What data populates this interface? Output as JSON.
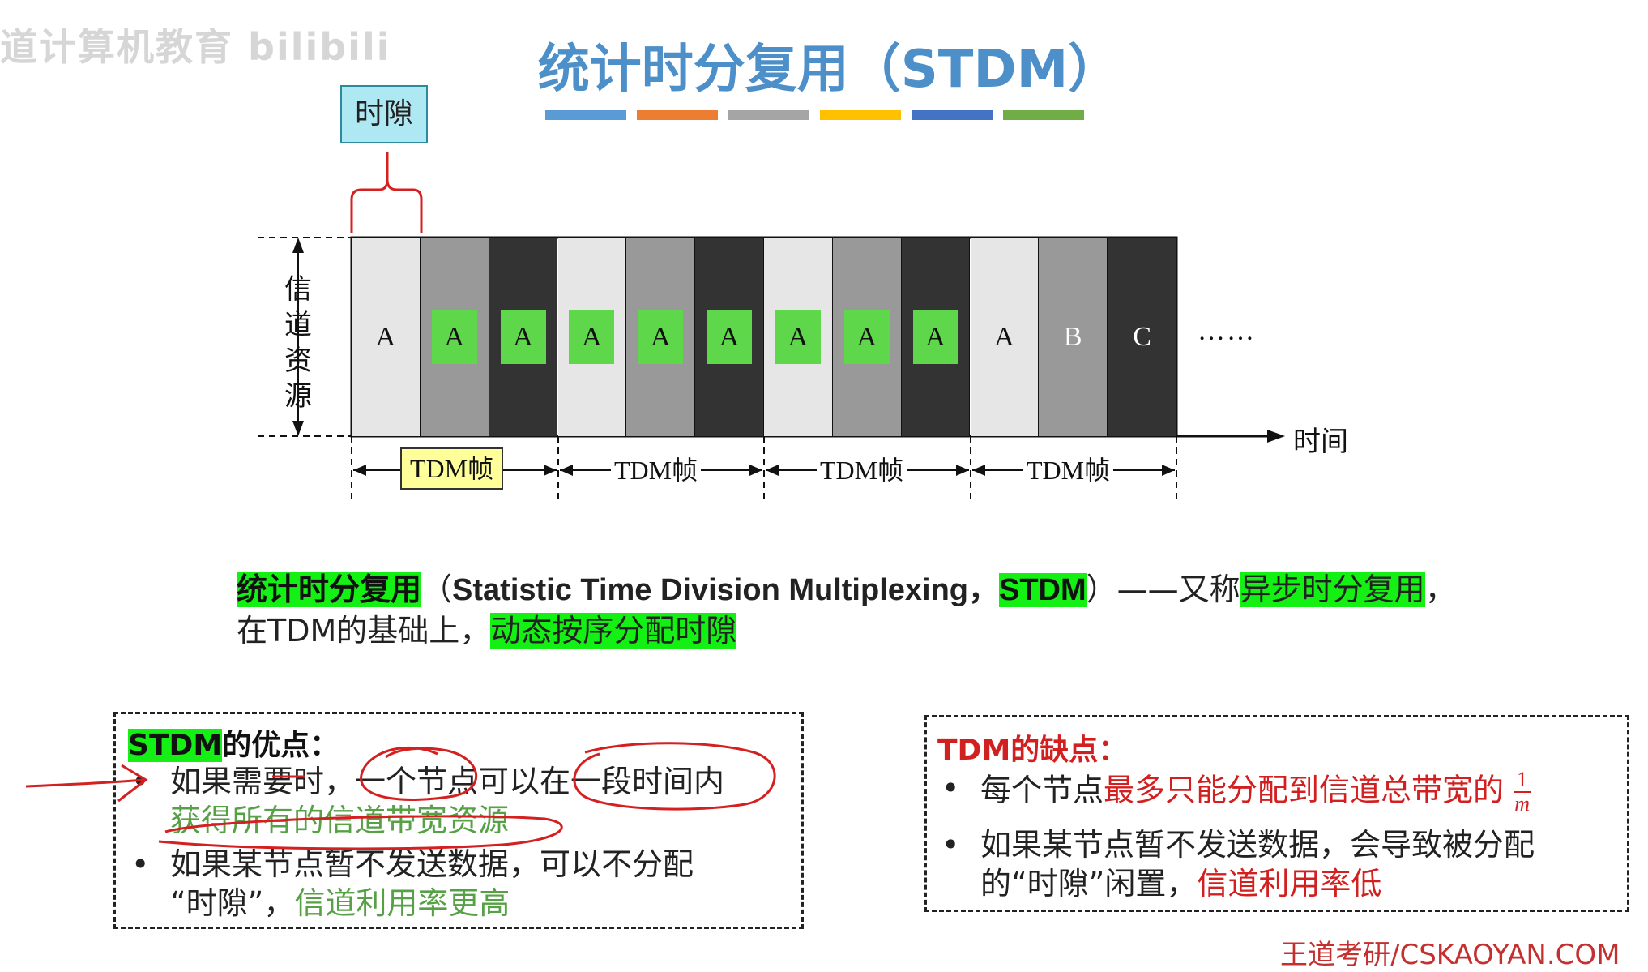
{
  "watermark": "道计算机教育 bilibili",
  "title": "统计时分复用（STDM）",
  "colors": {
    "bars": [
      "#5b9bd5",
      "#ed7d31",
      "#a5a5a5",
      "#ffc000",
      "#4472c4",
      "#70ad47"
    ],
    "highlight": "#14f014",
    "advantage_text": "#56a046",
    "disadvantage_text": "#d22020",
    "slot_light": "#e6e6e6",
    "slot_mid": "#999999",
    "slot_dark": "#333333"
  },
  "diagram": {
    "slot_label": "时隙",
    "axis_label": "信道资源",
    "time_label": "时间",
    "ellipsis": "……",
    "slots": [
      {
        "label": "A",
        "shade": "light",
        "tagged": false
      },
      {
        "label": "A",
        "shade": "mid",
        "tagged": true
      },
      {
        "label": "A",
        "shade": "dark",
        "tagged": true
      },
      {
        "label": "A",
        "shade": "light",
        "tagged": true
      },
      {
        "label": "A",
        "shade": "mid",
        "tagged": true
      },
      {
        "label": "A",
        "shade": "dark",
        "tagged": true
      },
      {
        "label": "A",
        "shade": "light",
        "tagged": true
      },
      {
        "label": "A",
        "shade": "mid",
        "tagged": true
      },
      {
        "label": "A",
        "shade": "dark",
        "tagged": true
      },
      {
        "label": "A",
        "shade": "light",
        "tagged": false
      },
      {
        "label": "B",
        "shade": "mid",
        "tagged": false
      },
      {
        "label": "C",
        "shade": "dark",
        "tagged": false
      }
    ],
    "frames": [
      "TDM帧",
      "TDM帧",
      "TDM帧",
      "TDM帧"
    ]
  },
  "description": {
    "term": "统计时分复用",
    "paren_open": "（",
    "english": "Statistic Time Division Multiplexing，",
    "abbr": "STDM",
    "paren_close": "）——又称",
    "alias": "异步时分复用",
    "comma": "，",
    "line2_prefix": "在TDM的基础上，",
    "line2_highlight": "动态按序分配时隙"
  },
  "advantages": {
    "title_abbr": "STDM",
    "title_rest": "的优点：",
    "bullet_char": "•",
    "item1_text": "如果需要时，一个节点可以在一段时间内",
    "item1_highlight": "获得所有的信道带宽资源",
    "item2_text": "如果某节点暂不发送数据，可以不分配",
    "item2_text2": "“时隙”，",
    "item2_highlight": "信道利用率更高"
  },
  "disadvantages": {
    "title": "TDM的缺点：",
    "bullet_char": "•",
    "item1_text": "每个节点",
    "item1_highlight": "最多只能分配到信道总带宽的",
    "frac_num": "1",
    "frac_den": "m",
    "item2_text": "如果某节点暂不发送数据，会导致被分配",
    "item2_text2": "的“时隙”闲置，",
    "item2_highlight": "信道利用率低"
  },
  "footer": "王道考研/CSKAOYAN.COM"
}
